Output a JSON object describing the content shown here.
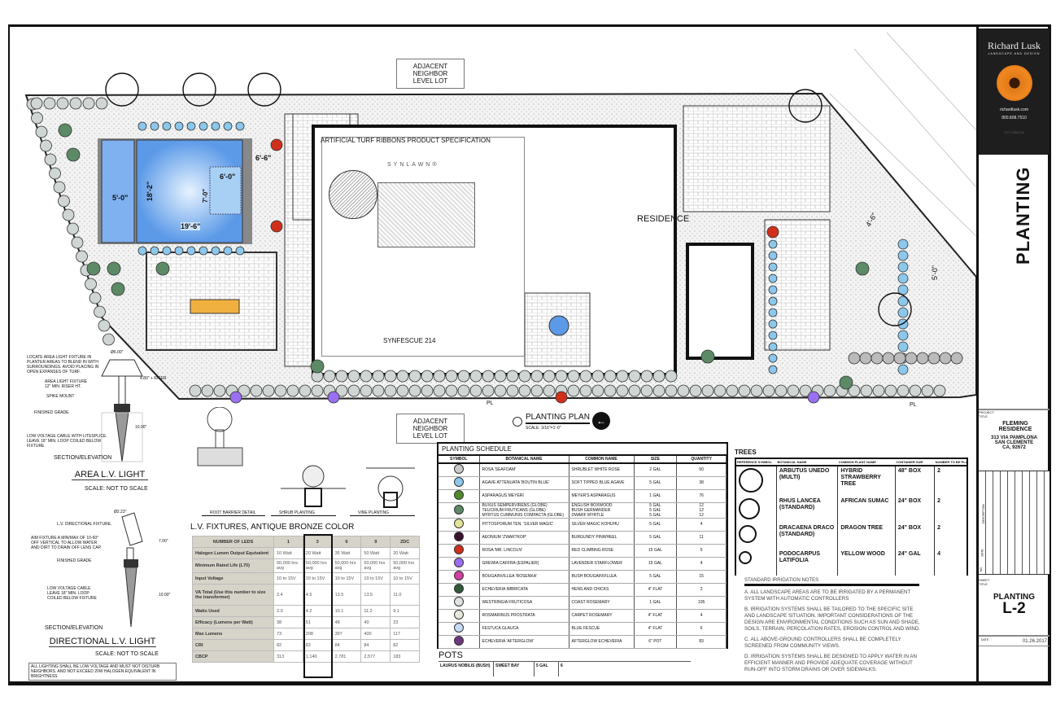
{
  "plan": {
    "neighbor_top": "ADJACENT NEIGHBOR LEVEL LOT",
    "neighbor_bottom": "ADJACENT NEIGHBOR LEVEL LOT",
    "residence": "RESIDENCE",
    "pl": "PL",
    "dims": [
      "5'-0\"",
      "18'-2\"",
      "19'-6\"",
      "6'-0\"",
      "7'-0\"",
      "6'-6\"",
      "4'-6\"",
      "5'-0\""
    ],
    "title": "PLANTING PLAN",
    "scale": "SCALE: 3/16\"=1'-0\"",
    "colors": {
      "pool": "#8fbef5",
      "rose": "#d0301a",
      "grewia": "#9a6ff0",
      "agave": "#8cc7ec",
      "boxwood": "#5c8a66",
      "rosemary": "#cfd6d4"
    }
  },
  "turf_spec": {
    "title": "ARTIFICIAL TURF RIBBONS PRODUCT SPECIFICATION",
    "brand": "SYNLAWN®",
    "product": "SYNFESCUE 214"
  },
  "area_light": {
    "notes": [
      "LOCATE AREA LIGHT FIXTURE IN PLANTER AREAS TO BLEND IN WITH SURROUNDINGS. AVOID PLACING IN OPEN EXPANSES OF TURF.",
      "AREA LIGHT FIXTURE 12\" MIN. RISER HT.",
      "SPIKE MOUNT",
      "FINISHED GRADE",
      "LOW VOLTAGE CABLE WITH LITESPLICE. LEAVE 18\" MIN. LOOP COILED BELOW FIXTURE"
    ],
    "dims": [
      "Ø6.00\"",
      "4.80\" + RISER",
      "10.00\""
    ],
    "section": "SECTION/ELEVATION",
    "title": "AREA L.V. LIGHT",
    "scale": "SCALE:  NOT TO SCALE"
  },
  "directional_light": {
    "notes": [
      "L.V. DIRECTIONAL FIXTURE.",
      "AIM FIXTURE A MIN/MAX OF 10-60° OFF VERTICAL TO ALLOW WATER AND DIRT TO DRAIN OFF LENS CAP.",
      "FINISHED GRADE",
      "LOW VOLTAGE CABLE LEAVE 18\" MIN. LOOP COILED BELOW FIXTURE"
    ],
    "dims": [
      "Ø2.23\"",
      "7.00\"",
      "10.00\""
    ],
    "section": "SECTION/ELEVATION",
    "title": "DIRECTIONAL L.V. LIGHT",
    "scale": "SCALE:  NOT TO SCALE",
    "footnote": "ALL LIGHTING SHALL BE LOW VOLTAGE AND MUST NOT DISTURB NEIGHBORS. AND NOT EXCEED 20W HALOGEN EQUIVALENT IN BRIGHTNESS"
  },
  "details": [
    "ROOT BARRIER DETAIL",
    "SHRUB PLANTING",
    "VINE PLANTING"
  ],
  "lv_fixtures": {
    "title": "L.V. FIXTURES, ANTIQUE BRONZE COLOR",
    "header": [
      "NUMBER OF LEDS",
      "1",
      "3",
      "6",
      "9",
      "ZDC"
    ],
    "rows": [
      [
        "Halogen Lumen Output Equivalent",
        "10 Watt",
        "20 Watt",
        "35 Watt",
        "50 Watt",
        "20 Watt"
      ],
      [
        "Minimum Rated Life (L70)",
        "50,000 hrs avg",
        "50,000 hrs avg",
        "50,000 hrs avg",
        "50,000 hrs avg",
        "50,000 hrs avg"
      ],
      [
        "Input Voltage",
        "10 to 15V",
        "10 to 15V",
        "10 to 15V",
        "10 to 15V",
        "10 to 15V"
      ],
      [
        "VA Total (Use this number to size the transformer)",
        "2.4",
        "4.5",
        "13.5",
        "13.5",
        "11.0"
      ],
      [
        "Watts Used",
        "2.0",
        "4.2",
        "10.1",
        "11.2",
        "9.1"
      ],
      [
        "Efficacy (Lumens per Watt)",
        "38",
        "51",
        "48",
        "40",
        "23"
      ],
      [
        "Max Lumens",
        "73",
        "208",
        "397",
        "400",
        "117"
      ],
      [
        "CRI",
        "82",
        "82",
        "84",
        "84",
        "82"
      ],
      [
        "CBCP",
        "313",
        "1,140",
        "2,781",
        "2,577",
        "183"
      ]
    ]
  },
  "planting_schedule": {
    "title": "PLANTING SCHEDULE",
    "header": [
      "SYMBOL",
      "BOTANICAL NAME",
      "COMMON NAME",
      "SIZE",
      "QUANTITY"
    ],
    "rows": [
      {
        "color": "#c9cccb",
        "botanical": "ROSA 'SEAFOAM'",
        "common": "SHRUBLET WHITE ROSE",
        "size": "2 GAL",
        "qty": "50"
      },
      {
        "color": "#8cc7ec",
        "botanical": "AGAVE ATTENUATA 'BOUTIN BLUE'",
        "common": "SOFT TIPPED BLUE AGAVE",
        "size": "5 GAL",
        "qty": "38"
      },
      {
        "color": "#4f8a2a",
        "botanical": "ASPARAGUS MEYERI",
        "common": "MEYER'S ASPARAGUS",
        "size": "1 GAL",
        "qty": "76"
      },
      {
        "color": "#5c8a66",
        "botanical": "BUXUS SEMPERVIRENS (GLOBE)\nTEUCRIUM FRUTICANS (GLOBE)\nMYRTUS CUMMUNIS COMPACTA (GLOBE)",
        "common": "ENGLISH BOXWOOD\nBUSH GERMANDER\nDWARF MYRTLE",
        "size": "5 GAL\n5 GAL\n5 GAL",
        "qty": "12\n12\n12"
      },
      {
        "color": "#e3e39a",
        "botanical": "PITTOSPORUM TEN. 'SILVER MAGIC'",
        "common": "SILVER MAGIC KOHUHU",
        "size": "5 GAL",
        "qty": "4"
      },
      {
        "color": "#3a1030",
        "botanical": "AEONIUM 'ZWARTKOP'",
        "common": "BURGUNDY PINWHEEL",
        "size": "5 GAL",
        "qty": "11"
      },
      {
        "color": "#d0301a",
        "botanical": "ROSA 'MR. LINCOLN'",
        "common": "RED CLIMBING ROSE",
        "size": "15 GAL",
        "qty": "5"
      },
      {
        "color": "#9a6ff0",
        "botanical": "GREWIA CAFFRA (ESPALIER)",
        "common": "LAVENDER STARFLOWER",
        "size": "15 GAL",
        "qty": "4"
      },
      {
        "color": "#d040a0",
        "botanical": "BOUGAINVILLEA 'ROSENKA'",
        "common": "BUSH BOUGAINVILLEA",
        "size": "5 GAL",
        "qty": "15"
      },
      {
        "color": "#2f5a3a",
        "botanical": "ECHEVERIA IMBRICATA",
        "common": "HENS AND CHICKS",
        "size": "4\" FLAT",
        "qty": "2"
      },
      {
        "color": "#dfe3e2",
        "botanical": "WESTRINGIA FRUTICOSA",
        "common": "COAST ROSEMARY",
        "size": "1 GAL",
        "qty": "105"
      },
      {
        "color": "#e6e8dc",
        "botanical": "ROSMARINUS PROSTRATA",
        "common": "CARPET ROSEMARY",
        "size": "4\" FLAT",
        "qty": "4"
      },
      {
        "color": "#c7daf5",
        "botanical": "FESTUCA GLAUCA",
        "common": "BLUE FESCUE",
        "size": "4\" FLAT",
        "qty": "6"
      },
      {
        "color": "#6a3a7a",
        "botanical": "ECHEVERIA 'AFTERGLOW'",
        "common": "AFTERGLOW ECHEVERIA",
        "size": "6\" POT",
        "qty": "83"
      }
    ]
  },
  "pots": {
    "title": "POTS",
    "row": [
      "LAURUS NOBILIS (BUSH)",
      "SWEET BAY",
      "5 GAL",
      "6"
    ]
  },
  "trees": {
    "title": "TREES",
    "header": [
      "REFERENCE SYMBOL",
      "BOTANICAL NAME",
      "COMMON PLANT NAME",
      "CONTAINER SIZE",
      "NUMBER TO BE PLANTED"
    ],
    "rows": [
      [
        "ARBUTUS UNEDO (MULTI)",
        "HYBRID STRAWBERRY TREE",
        "48\" BOX",
        "2"
      ],
      [
        "RHUS LANCEA (STANDARD)",
        "AFRICAN SUMAC",
        "24\" BOX",
        "2"
      ],
      [
        "DRACAENA DRACO (STANDARD)",
        "DRAGON TREE",
        "24\" BOX",
        "2"
      ],
      [
        "PODOCARPUS LATIFOLIA",
        "YELLOW WOOD",
        "24\" GAL",
        "4"
      ]
    ]
  },
  "irrigation": {
    "title": "STANDARD IRRIGATION NOTES",
    "notes": [
      "A. ALL LANDSCAPE AREAS ARE TO BE IRRIGATED BY A PERMANENT SYSTEM WITH AUTOMATIC CONTROLLERS",
      "B. IRRIGATION SYSTEMS SHALL BE TAILORED TO THE SPECIFIC SITE AND LANDSCAPE SITUATION. IMPORTANT CONSIDERATIONS OF THE DESIGN ARE ENVIRONMENTAL CONDITIONS SUCH AS SUN AND SHADE, SOILS, TERRAIN, PERCOLATION RATES, EROSION CONTROL AND WIND.",
      "C. ALL ABOVE-GROUND CONTROLLERS SHALL BE COMPLETELY SCREENED FROM COMMUNITY VIEWS.",
      "D. IRRIGATION SYSTEMS SHALL BE DESIGNED TO APPLY WATER IN AN EFFICIENT MANNER AND PROVIDE ADEQUATE COVERAGE WITHOUT RUN-OFF INTO STORM DRAINS OR OVER SIDEWALKS."
    ]
  },
  "title_block": {
    "company": "Richard Lusk",
    "tagline": "LANDSCAPE AND DESIGN",
    "website": "richardlusk.com",
    "phone": "800.808.7510",
    "license": "C27 | 950714",
    "sheet_vertical": "PLANTING",
    "project_label": "PROJECT TITLE",
    "project": "FLEMING RESIDENCE",
    "address1": "313 VIA PAMPLONA",
    "address2": "SAN CLEMENTE",
    "address3": "CA, 92672",
    "description_label": "DESCRIPTION",
    "date_col_label": "DATE",
    "no_label": "NO.",
    "sheet_label": "SHEET TITLE",
    "sheet_title": "PLANTING",
    "sheet_number": "L-2",
    "date_label": "DATE",
    "date": "01.26.2017"
  }
}
